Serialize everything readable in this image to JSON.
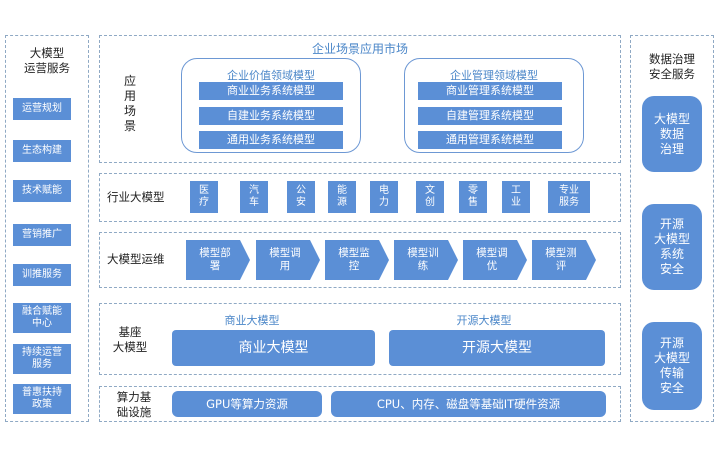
{
  "left_panel": {
    "title": "大模型\n运营服务",
    "items": [
      "运营规划",
      "生态构建",
      "技术赋能",
      "营销推广",
      "训推服务",
      "融合赋能\n中心",
      "持续运营\n服务",
      "普惠扶持\n政策"
    ]
  },
  "right_panel": {
    "title": "数据治理\n安全服务",
    "items": [
      "大模型\n数据\n治理",
      "开源\n大模型\n系统\n安全",
      "开源\n大模型\n传输\n安全"
    ]
  },
  "app": {
    "title": "企业场景应用市场",
    "side_label": "应\n用\n场\n景",
    "groups": [
      {
        "title": "企业价值领域模型",
        "items": [
          "商业业务系统模型",
          "自建业务系统模型",
          "通用业务系统模型"
        ]
      },
      {
        "title": "企业管理领域模型",
        "items": [
          "商业管理系统模型",
          "自建管理系统模型",
          "通用管理系统模型"
        ]
      }
    ]
  },
  "industry": {
    "label": "行业大模型",
    "items": [
      "医\n疗",
      "汽\n车",
      "公\n安",
      "能\n源",
      "电\n力",
      "文\n创",
      "零\n售",
      "工\n业",
      "专业\n服务"
    ]
  },
  "ops": {
    "label": "大模型运维",
    "steps": [
      "模型部\n署",
      "模型调\n用",
      "模型监\n控",
      "模型训\n练",
      "模型调\n优",
      "模型测\n评"
    ]
  },
  "base": {
    "label": "基座\n大模型",
    "groups": [
      {
        "title": "商业大模型",
        "box": "商业大模型"
      },
      {
        "title": "开源大模型",
        "box": "开源大模型"
      }
    ]
  },
  "infra": {
    "label": "算力基\n础设施",
    "items": [
      "GPU等算力资源",
      "CPU、内存、磁盘等基础IT硬件资源"
    ]
  },
  "colors": {
    "primary": "#5b8fd6",
    "accent_text": "#4a86c8",
    "border": "#8fa9c4"
  }
}
